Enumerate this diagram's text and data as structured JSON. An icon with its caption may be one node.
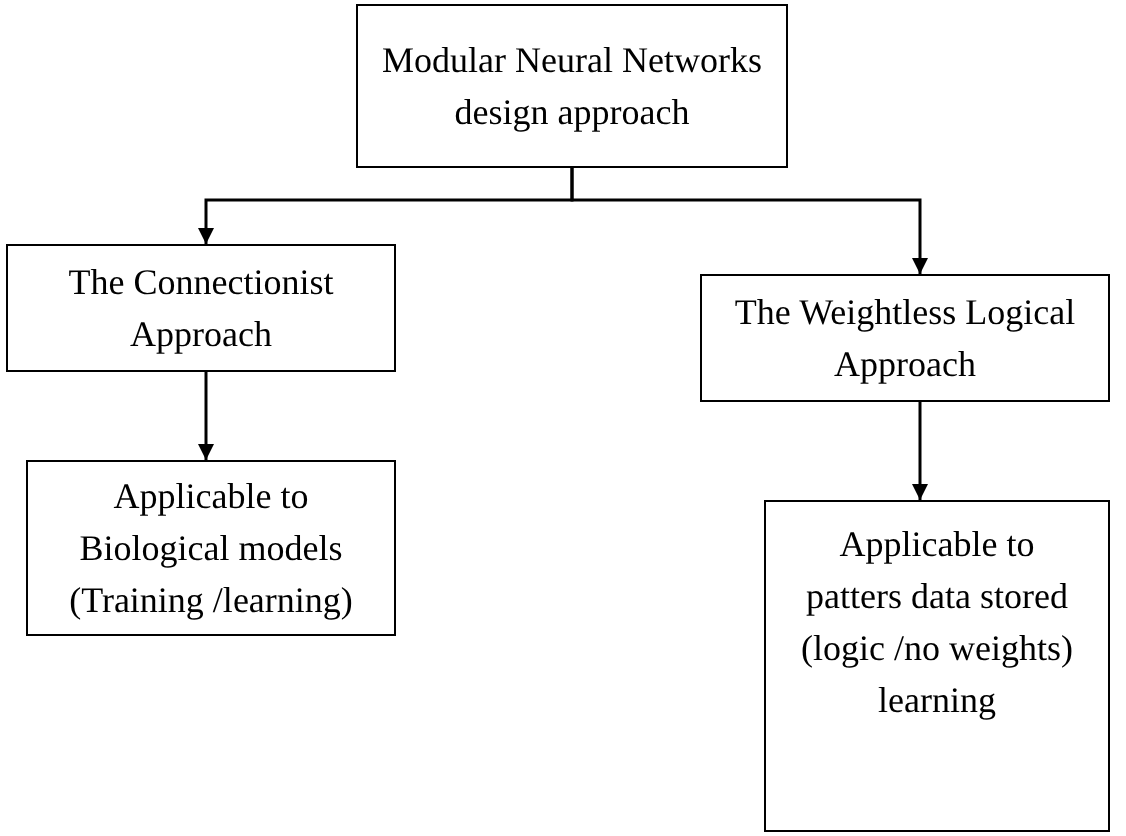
{
  "diagram": {
    "nodes": [
      {
        "text": [
          "Modular Neural Networks design approach"
        ]
      },
      {
        "text": [
          "The Connectionist Approach"
        ]
      },
      {
        "text": [
          "Applicable to Biological models (Training /learning)"
        ]
      },
      {
        "text": [
          "The Weightless Logical Approach"
        ]
      },
      {
        "text": [
          "Applicable to patters data stored (logic /no weights) learning"
        ]
      }
    ],
    "edges": [
      {
        "from": 0,
        "to": 1,
        "arrow": "to"
      },
      {
        "from": 0,
        "to": 3,
        "arrow": "to"
      },
      {
        "from": 1,
        "to": 2,
        "arrow": "to"
      },
      {
        "from": 3,
        "to": 4,
        "arrow": "to"
      }
    ]
  }
}
